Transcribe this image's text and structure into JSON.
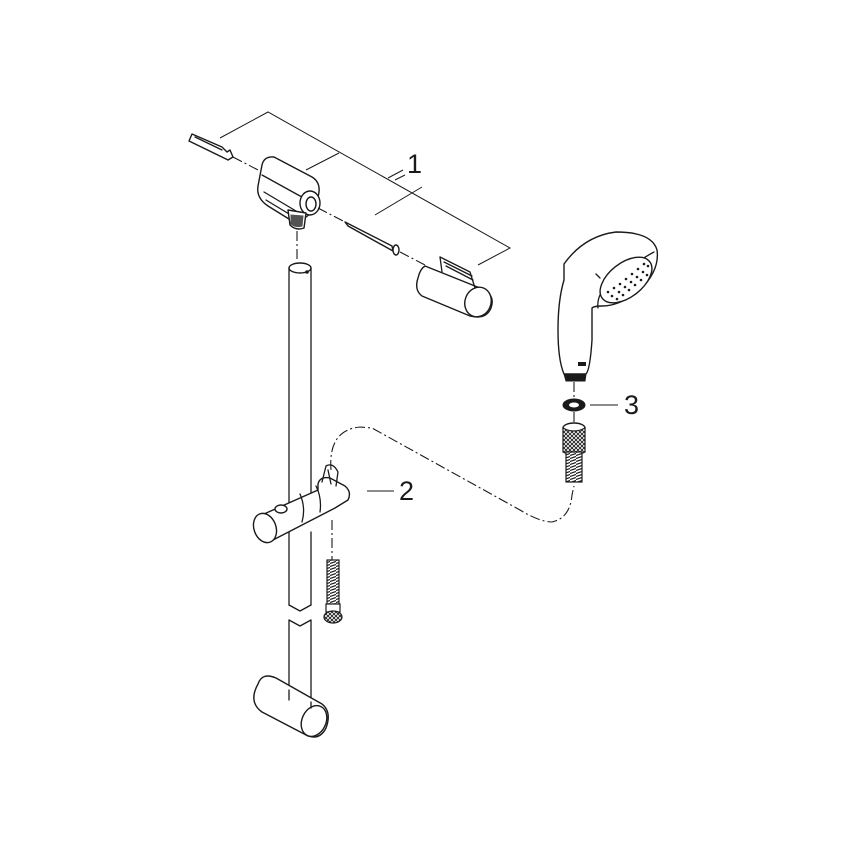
{
  "diagram": {
    "type": "exploded-parts-view",
    "background": "#ffffff",
    "line_color": "#1a1a1a",
    "callouts": [
      {
        "number": "1",
        "part": "wall bracket set (upper bracket, wall plug, screw, end cap)"
      },
      {
        "number": "2",
        "part": "sliding hand-shower holder with fixing screw"
      },
      {
        "number": "3",
        "part": "hand shower washer / seal"
      }
    ],
    "components": [
      "wall-plug",
      "upper-wall-bracket",
      "wood-screw",
      "end-cap",
      "shower-rail-upper",
      "shower-rail-lower",
      "sliding-holder",
      "holder-fixing-screw",
      "lower-wall-bracket",
      "hand-shower",
      "seal-washer",
      "shower-hose-nut",
      "shower-hose"
    ]
  }
}
